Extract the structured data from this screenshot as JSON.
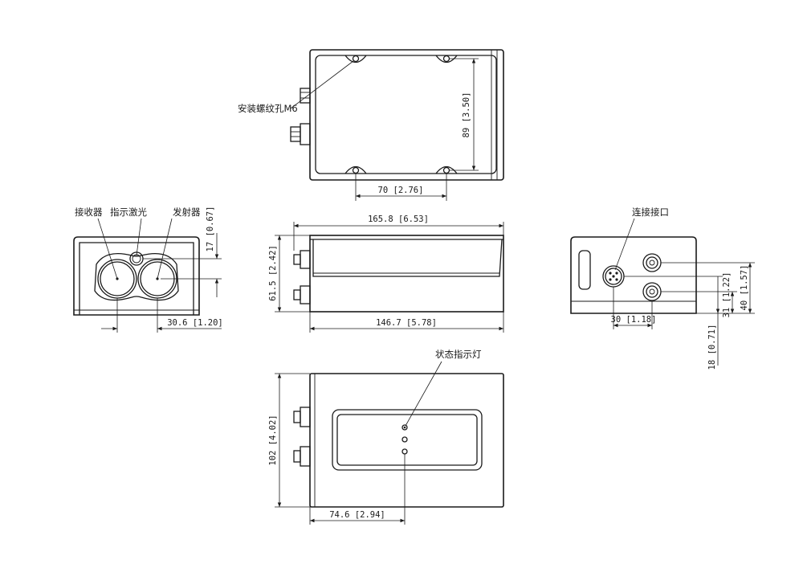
{
  "labels": {
    "mount_hole": "安装螺纹孔M6",
    "receiver": "接收器",
    "indicator_laser": "指示激光",
    "emitter": "发射器",
    "connector": "连接接口",
    "status_light": "状态指示灯"
  },
  "dimensions": {
    "top_height": "89 [3.50]",
    "top_width": "70 [2.76]",
    "front_width": "30.6 [1.20]",
    "front_height": "17 [0.67]",
    "side_total": "165.8 [6.53]",
    "side_height": "61.5 [2.42]",
    "side_body": "146.7 [5.78]",
    "rear_conn_spacing": "30 [1.18]",
    "rear_h1": "31 [1.22]",
    "rear_h2": "40 [1.57]",
    "rear_h3": "18 [0.71]",
    "bottom_height": "102 [4.02]",
    "bottom_width": "74.6 [2.94]"
  }
}
